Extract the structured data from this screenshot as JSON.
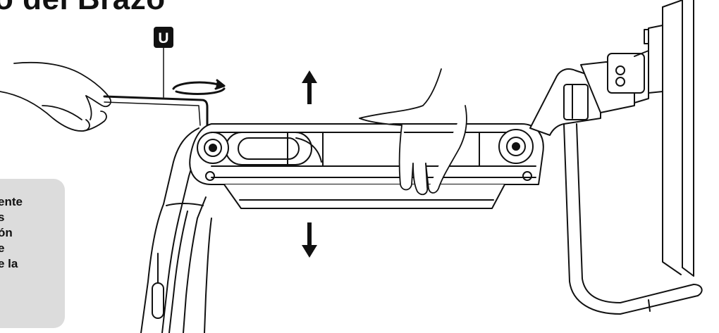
{
  "title": "o del Brazo",
  "tool_label": "U",
  "note_lines": [
    "ente",
    "s",
    "ón",
    "e",
    "e la"
  ],
  "colors": {
    "line": "#111111",
    "note_bg": "#dcdcdc",
    "label_bg": "#111111",
    "label_text": "#ffffff",
    "arm_fill": "#ffffff"
  },
  "icons": [
    "allen-key-icon",
    "rotate-arrows-icon",
    "arrow-up-icon",
    "arrow-down-icon"
  ]
}
